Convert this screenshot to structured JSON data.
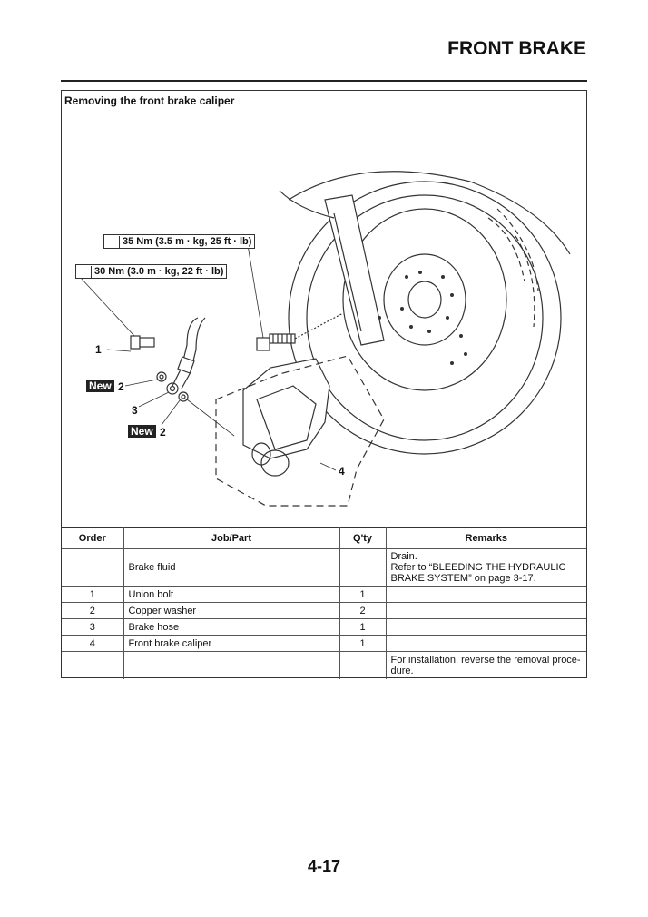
{
  "header": {
    "title": "FRONT BRAKE"
  },
  "section": {
    "title": "Removing the front brake caliper"
  },
  "figure": {
    "torque_callouts": [
      "35 Nm (3.5 m · kg, 25 ft · lb)",
      "30 Nm (3.0 m · kg, 22 ft · lb)"
    ],
    "new_badge": "New",
    "part_labels": [
      "1",
      "2",
      "3",
      "2",
      "4"
    ]
  },
  "table": {
    "headers": [
      "Order",
      "Job/Part",
      "Q'ty",
      "Remarks"
    ],
    "rows": [
      {
        "order": "",
        "part": "Brake fluid",
        "qty": "",
        "remarks": [
          "Drain.",
          "Refer to “BLEEDING THE HYDRAULIC",
          "BRAKE SYSTEM” on page 3-17."
        ]
      },
      {
        "order": "1",
        "part": "Union bolt",
        "qty": "1",
        "remarks": []
      },
      {
        "order": "2",
        "part": "Copper washer",
        "qty": "2",
        "remarks": []
      },
      {
        "order": "3",
        "part": "Brake hose",
        "qty": "1",
        "remarks": []
      },
      {
        "order": "4",
        "part": "Front brake caliper",
        "qty": "1",
        "remarks": []
      },
      {
        "order": "",
        "part": "",
        "qty": "",
        "remarks": [
          "For installation, reverse the removal proce-",
          "dure."
        ]
      }
    ]
  },
  "footer": {
    "page_number": "4-17"
  }
}
